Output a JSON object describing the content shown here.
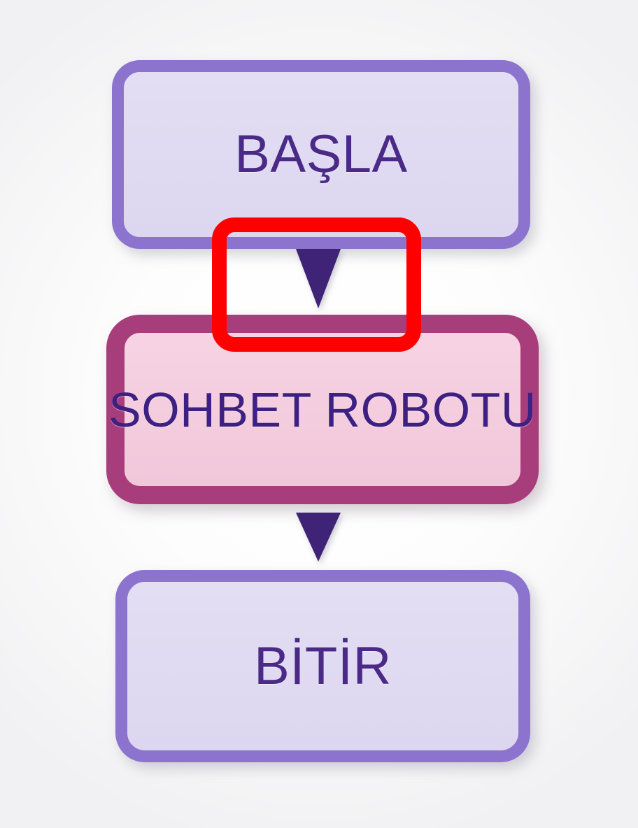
{
  "diagram": {
    "type": "flowchart",
    "orientation": "vertical",
    "background_color": "#fdfdfd",
    "nodes": [
      {
        "id": "start",
        "label": "BAŞLA",
        "shape": "rounded-rectangle",
        "fill_color": "#ded8f0",
        "border_color": "#8c74ce",
        "text_color": "#4a2a86"
      },
      {
        "id": "chatbot",
        "label": "SOHBET ROBOTU",
        "shape": "rounded-rectangle",
        "fill_color": "#f3cbdd",
        "border_color": "#a83d7c",
        "text_color": "#3d2082"
      },
      {
        "id": "end",
        "label": "BİTİR",
        "shape": "rounded-rectangle",
        "fill_color": "#ded8f0",
        "border_color": "#8c74ce",
        "text_color": "#4a2a86"
      }
    ],
    "connectors": [
      {
        "id": "start-to-chatbot",
        "from": "start",
        "to": "chatbot",
        "marker": "solid-down-triangle",
        "color": "#3e2376"
      },
      {
        "id": "chatbot-to-end",
        "from": "chatbot",
        "to": "end",
        "marker": "solid-down-triangle",
        "color": "#3e2376"
      }
    ],
    "annotations": [
      {
        "id": "highlight",
        "kind": "rectangle-outline",
        "color": "#ff0000",
        "targets": "start-to-chatbot"
      }
    ]
  }
}
